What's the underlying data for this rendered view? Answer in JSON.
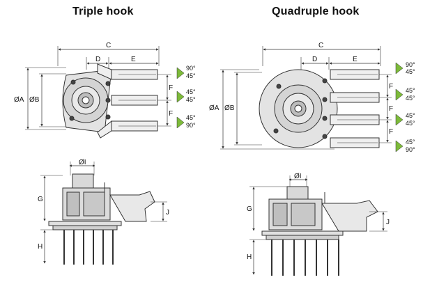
{
  "titles": {
    "triple": "Triple hook",
    "quadruple": "Quadruple hook"
  },
  "dims": {
    "C": "C",
    "D": "D",
    "E": "E",
    "F": "F",
    "A": "ØA",
    "B": "ØB",
    "I": "ØI",
    "G": "G",
    "H": "H",
    "J": "J"
  },
  "angles": {
    "a90": "90°",
    "a45": "45°"
  },
  "colors": {
    "line": "#333333",
    "wedge": "#7dbb3a",
    "fill": "#e6e6e6",
    "dark": "#555555"
  }
}
